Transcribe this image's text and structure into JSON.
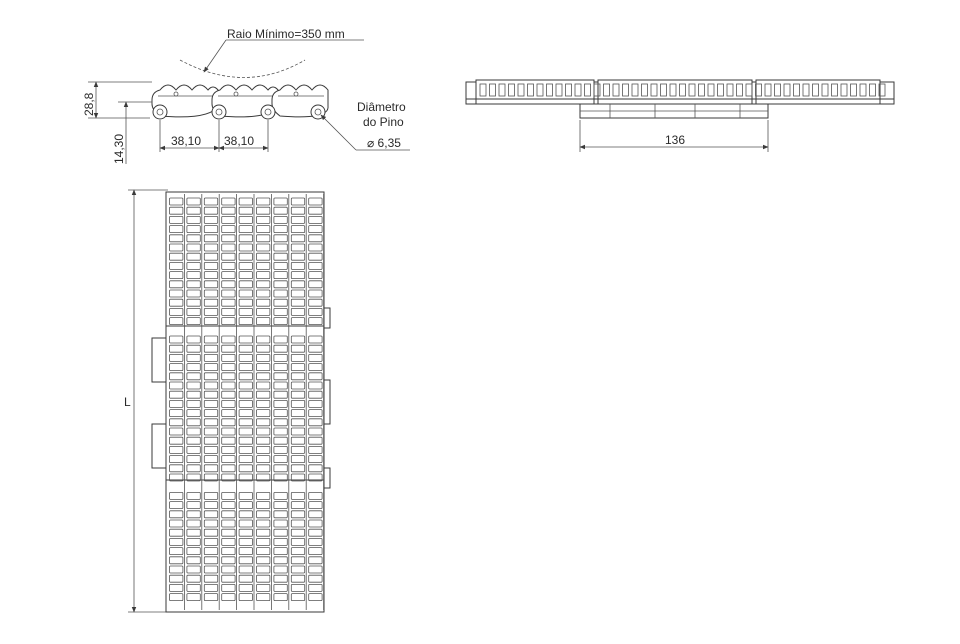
{
  "labels": {
    "min_radius": "Raio Mínimo=350 mm",
    "height_total": "28,8",
    "height_pitch": "14,30",
    "pitch_1": "38,10",
    "pitch_2": "38,10",
    "pin_diameter_line1": "Diâmetro",
    "pin_diameter_line2": "do Pino",
    "pin_diameter_value": "⌀ 6,35",
    "width": "136",
    "length": "L"
  },
  "colors": {
    "line": "#3a3a3a",
    "text": "#2a2a2a",
    "background": "#ffffff"
  }
}
